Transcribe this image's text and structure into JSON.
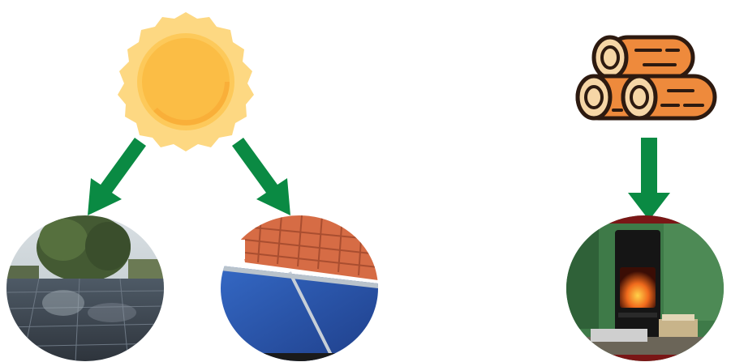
{
  "diagram": {
    "nodes": [
      {
        "id": "sun",
        "icon": "sun-icon"
      },
      {
        "id": "photovoltaic-panels",
        "icon": "pv-panel-photo"
      },
      {
        "id": "solar-thermal-collectors",
        "icon": "solar-thermal-photo"
      },
      {
        "id": "firewood",
        "icon": "firewood-logs-icon"
      },
      {
        "id": "wood-stove",
        "icon": "wood-stove-photo"
      }
    ],
    "edges": [
      {
        "from": "sun",
        "to": "photovoltaic-panels"
      },
      {
        "from": "sun",
        "to": "solar-thermal-collectors"
      },
      {
        "from": "firewood",
        "to": "wood-stove"
      }
    ]
  },
  "colors": {
    "arrow_green": "#0a8a43",
    "sun_core": "#fbbd45",
    "sun_rays": "#fdd882",
    "wood_orange": "#ee8a3c",
    "wood_outline": "#2d1a10",
    "stove_wall_green": "#3e7a48",
    "solar_blue": "#2a56b0",
    "roof_tile": "#d66c45"
  }
}
